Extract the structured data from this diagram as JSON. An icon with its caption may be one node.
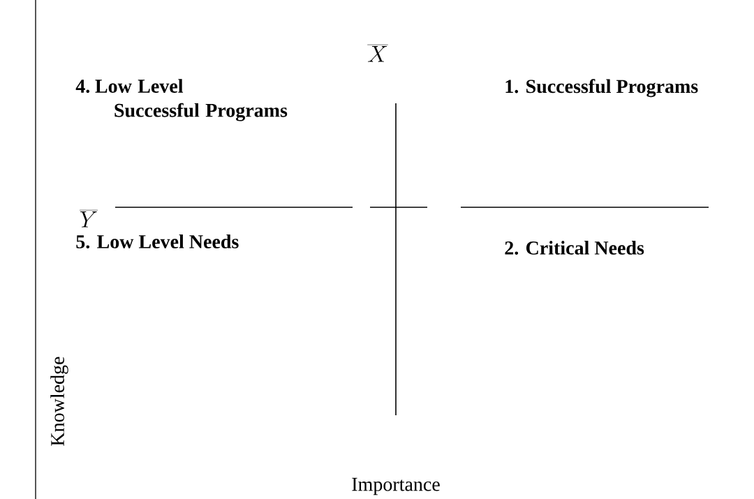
{
  "diagram": {
    "labels": [
      "\\overline{X}",
      "4. Low Level Successful Programs",
      "1. Successful Programs",
      "\\overline{Y}",
      "5. Low Level Needs",
      "2. Critical Needs",
      "Knowledge",
      "Importance"
    ]
  }
}
